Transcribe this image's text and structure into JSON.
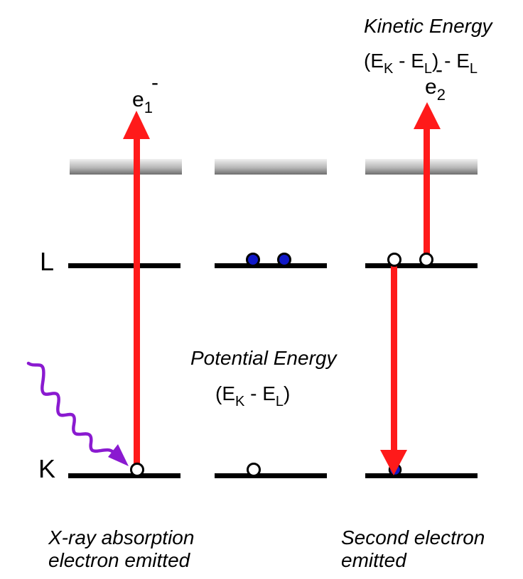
{
  "level_labels": {
    "L": "L",
    "K": "K"
  },
  "electron_1": {
    "base": "e",
    "subscript": "1",
    "superscript": "-"
  },
  "electron_2": {
    "base": "e",
    "subscript": "2",
    "superscript": "-"
  },
  "kinetic_energy": {
    "title": "Kinetic Energy",
    "paren_open": "(E",
    "sub_k": "K",
    "dash": " - E",
    "sub_l": "L",
    "paren_close": ") - E",
    "sub_l2": "L"
  },
  "potential_energy": {
    "title": "Potential Energy",
    "paren_open": "(E",
    "sub_k": "K",
    "dash": " - E",
    "sub_l": "L",
    "paren_close": ")"
  },
  "captions": {
    "left_line1": "X-ray absorption",
    "left_line2": "electron emitted",
    "right_line1": "Second electron",
    "right_line2": "emitted"
  },
  "colors": {
    "arrow": "#ff1a1a",
    "photon": "#8a1ad0",
    "electron_filled": "#1018c8",
    "level_line": "#000000"
  }
}
